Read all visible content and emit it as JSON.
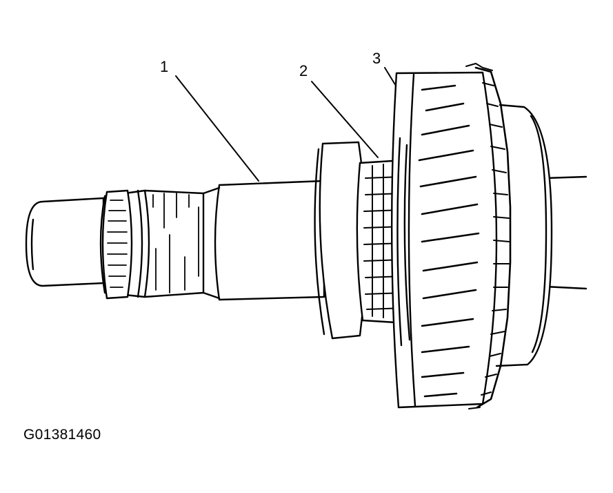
{
  "figure": {
    "id_label": "G01381460",
    "callouts": [
      {
        "key": "1",
        "text": "1"
      },
      {
        "key": "2",
        "text": "2"
      },
      {
        "key": "3",
        "text": "3"
      }
    ]
  },
  "colors": {
    "line": "#000000",
    "fill": "#ffffff"
  }
}
